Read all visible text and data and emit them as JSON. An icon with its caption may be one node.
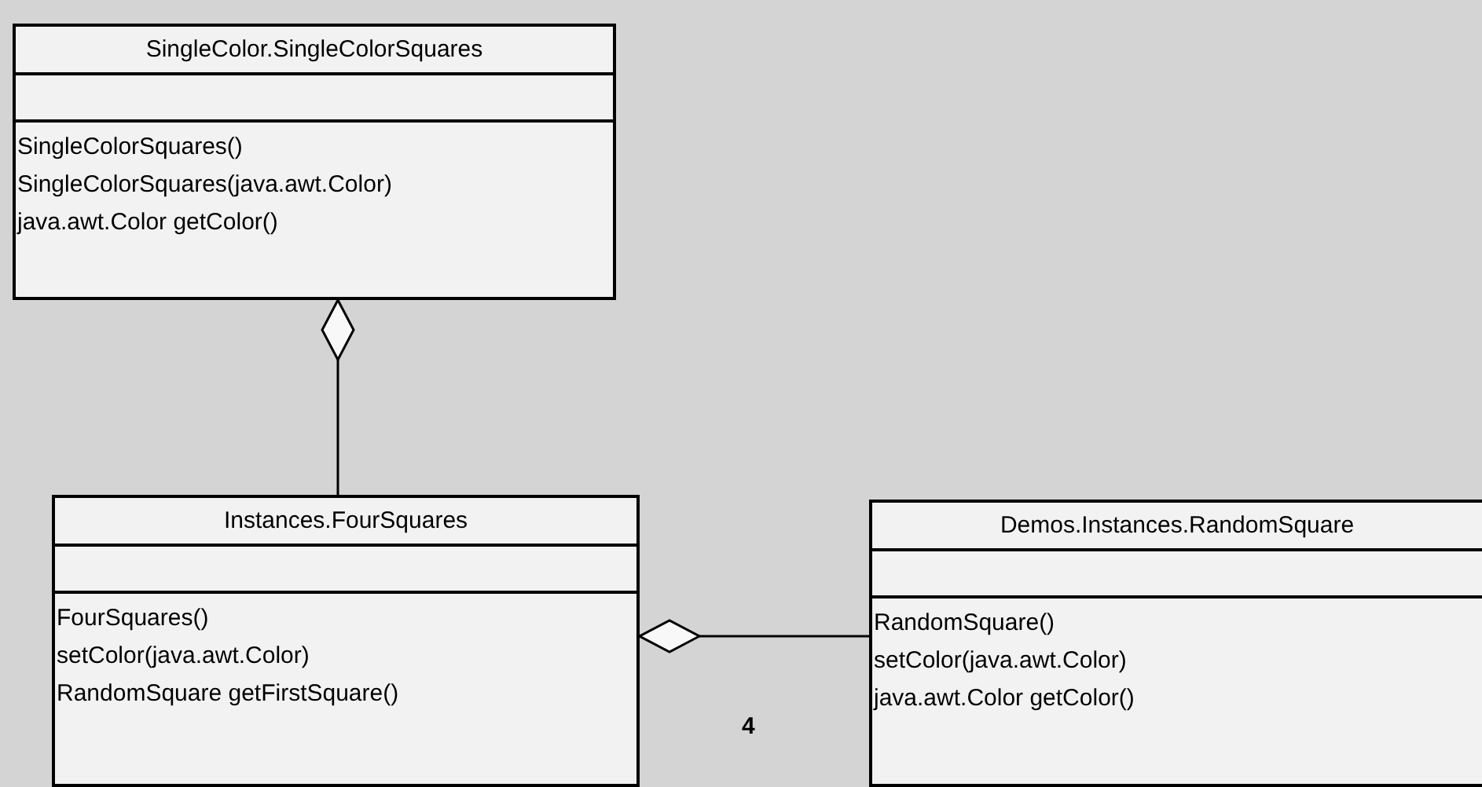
{
  "diagram": {
    "nodes": [
      {
        "text": [
          "SingleColor.SingleColorSquares",
          "SingleColorSquares()",
          "SingleColorSquares(java.awt.Color)",
          "java.awt.Color getColor()"
        ]
      },
      {
        "text": [
          "Instances.FourSquares",
          "FourSquares()",
          "setColor(java.awt.Color)",
          "RandomSquare getFirstSquare()"
        ]
      },
      {
        "text": [
          "Demos.Instances.RandomSquare",
          "RandomSquare()",
          "setColor(java.awt.Color)",
          "java.awt.Color getColor()"
        ]
      }
    ],
    "edges": [
      {
        "from": 1,
        "to": 0,
        "arrow": "other"
      },
      {
        "from": 2,
        "to": 1,
        "arrow": "other",
        "label": "4"
      }
    ]
  }
}
